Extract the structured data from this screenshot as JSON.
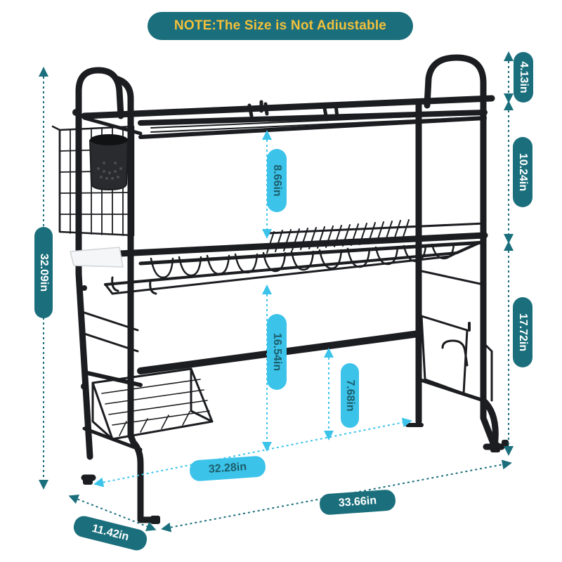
{
  "banner": {
    "text": "NOTE:The Size is Not Adiustable"
  },
  "dimensions": {
    "total_height": "32.09in",
    "top_gap": "4.13in",
    "upper_tier_gap": "10.24in",
    "lower_gap": "17.72in",
    "shelf_spacing": "8.66in",
    "middle_clearance": "16.54in",
    "bar_clearance": "7.68in",
    "inner_width": "32.28in",
    "outer_width": "33.66in",
    "depth": "11.42in"
  },
  "colors": {
    "banner_bg": "#1b6f7c",
    "banner_text": "#f3c03a",
    "dark_pill": "#1b6f7c",
    "light_pill": "#3cc3ea",
    "rack": "#1c1d20",
    "arrow_dark": "#1b6f7c",
    "arrow_light": "#3cc3ea"
  },
  "icons": [
    "double-arrow-icon",
    "dish-rack-image",
    "utensil-holder-image",
    "cutting-board-holder-image"
  ]
}
